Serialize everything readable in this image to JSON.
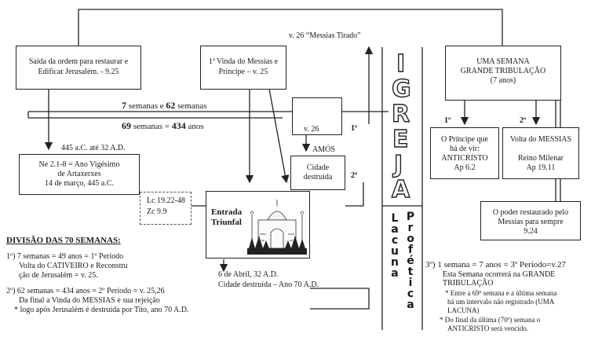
{
  "top_label": "v. 26 “Messias Tirado”",
  "box_saida": [
    "Saída da ordem para restaurar e",
    "Edificar Jerusalém.  - 9.25"
  ],
  "box_vinda": [
    "1ª Vinda do Messias e",
    "Príncipe – v. 25"
  ],
  "semanas_7_62": {
    "a": "7",
    "b": " semanas e ",
    "c": "62",
    "d": " semanas"
  },
  "semanas_69": {
    "a": "69",
    "b": " semanas = ",
    "c": "434",
    "d": " anos"
  },
  "date_range": "445 a.C. até 32 A.D.",
  "box_ne": [
    "Ne 2.1-8 = Ano Vigésimo",
    "de Artaxerxes",
    "14 de março, 445 a.C."
  ],
  "cross_box_label": "v. 26",
  "ordinal_1": "1º",
  "ordinal_2": "2º",
  "amos": "AMÓS",
  "box_cidade": [
    "Cidade",
    "destruída"
  ],
  "lc_zc": [
    "Lc 19.22-48",
    "Zc 9.9"
  ],
  "entrada": [
    "Entrada",
    "Triunfal"
  ],
  "date_abril": "6 de Abril, 32 A.D.",
  "cidade_destruida_70": "Cidade destruída – Ano 70 A.D.",
  "igreja_letters": [
    "I",
    "G",
    "R",
    "E",
    "J",
    "A"
  ],
  "lacuna": "Lacuna",
  "profetica": "Profética",
  "box_semana": [
    "UMA SEMANA",
    "GRANDE TRIBULAÇÃO",
    "(7 anos)"
  ],
  "ord_right_1": "1º",
  "ord_right_2": "2º",
  "box_principe": [
    "O Príncipe que",
    "há de vir:",
    "ANTICRISTO",
    "Ap 6.2"
  ],
  "box_volta": [
    "Volta do MESSIAS",
    "",
    "Reino Milenar",
    "Ap 19.11"
  ],
  "box_poder": [
    "O poder restaurado pelo",
    "Messias para sempre",
    "9.24"
  ],
  "divisao_title": "DIVISÃO DAS 70 SEMANAS:",
  "div1": [
    "1º) 7 semanas = 49 anos = 1º Período",
    "Volta do CATIVEIRO e Reconstru",
    "ção de Jerusalém = v. 25."
  ],
  "div2": [
    "2º) 62 semanas = 434 anos = 2º Período = v. 25,26",
    "Da final a Vinda do MESSIAS e sua rejeição",
    "* logo após Jerusalém é destruída por Tito, ano 70 A.D."
  ],
  "div3": [
    "3º) 1 semana = 7 anos = 3º Período=v.27",
    "Esta Semana ocorrerá na   GRANDE",
    "TRIBULAÇÃO",
    "* Entre a 69ª semana e a última semana",
    "há um intervalo não registrado (UMA",
    "LACUNA)",
    "* Do final da última (70ª) semana o",
    "ANTICRISTO será vencido."
  ]
}
